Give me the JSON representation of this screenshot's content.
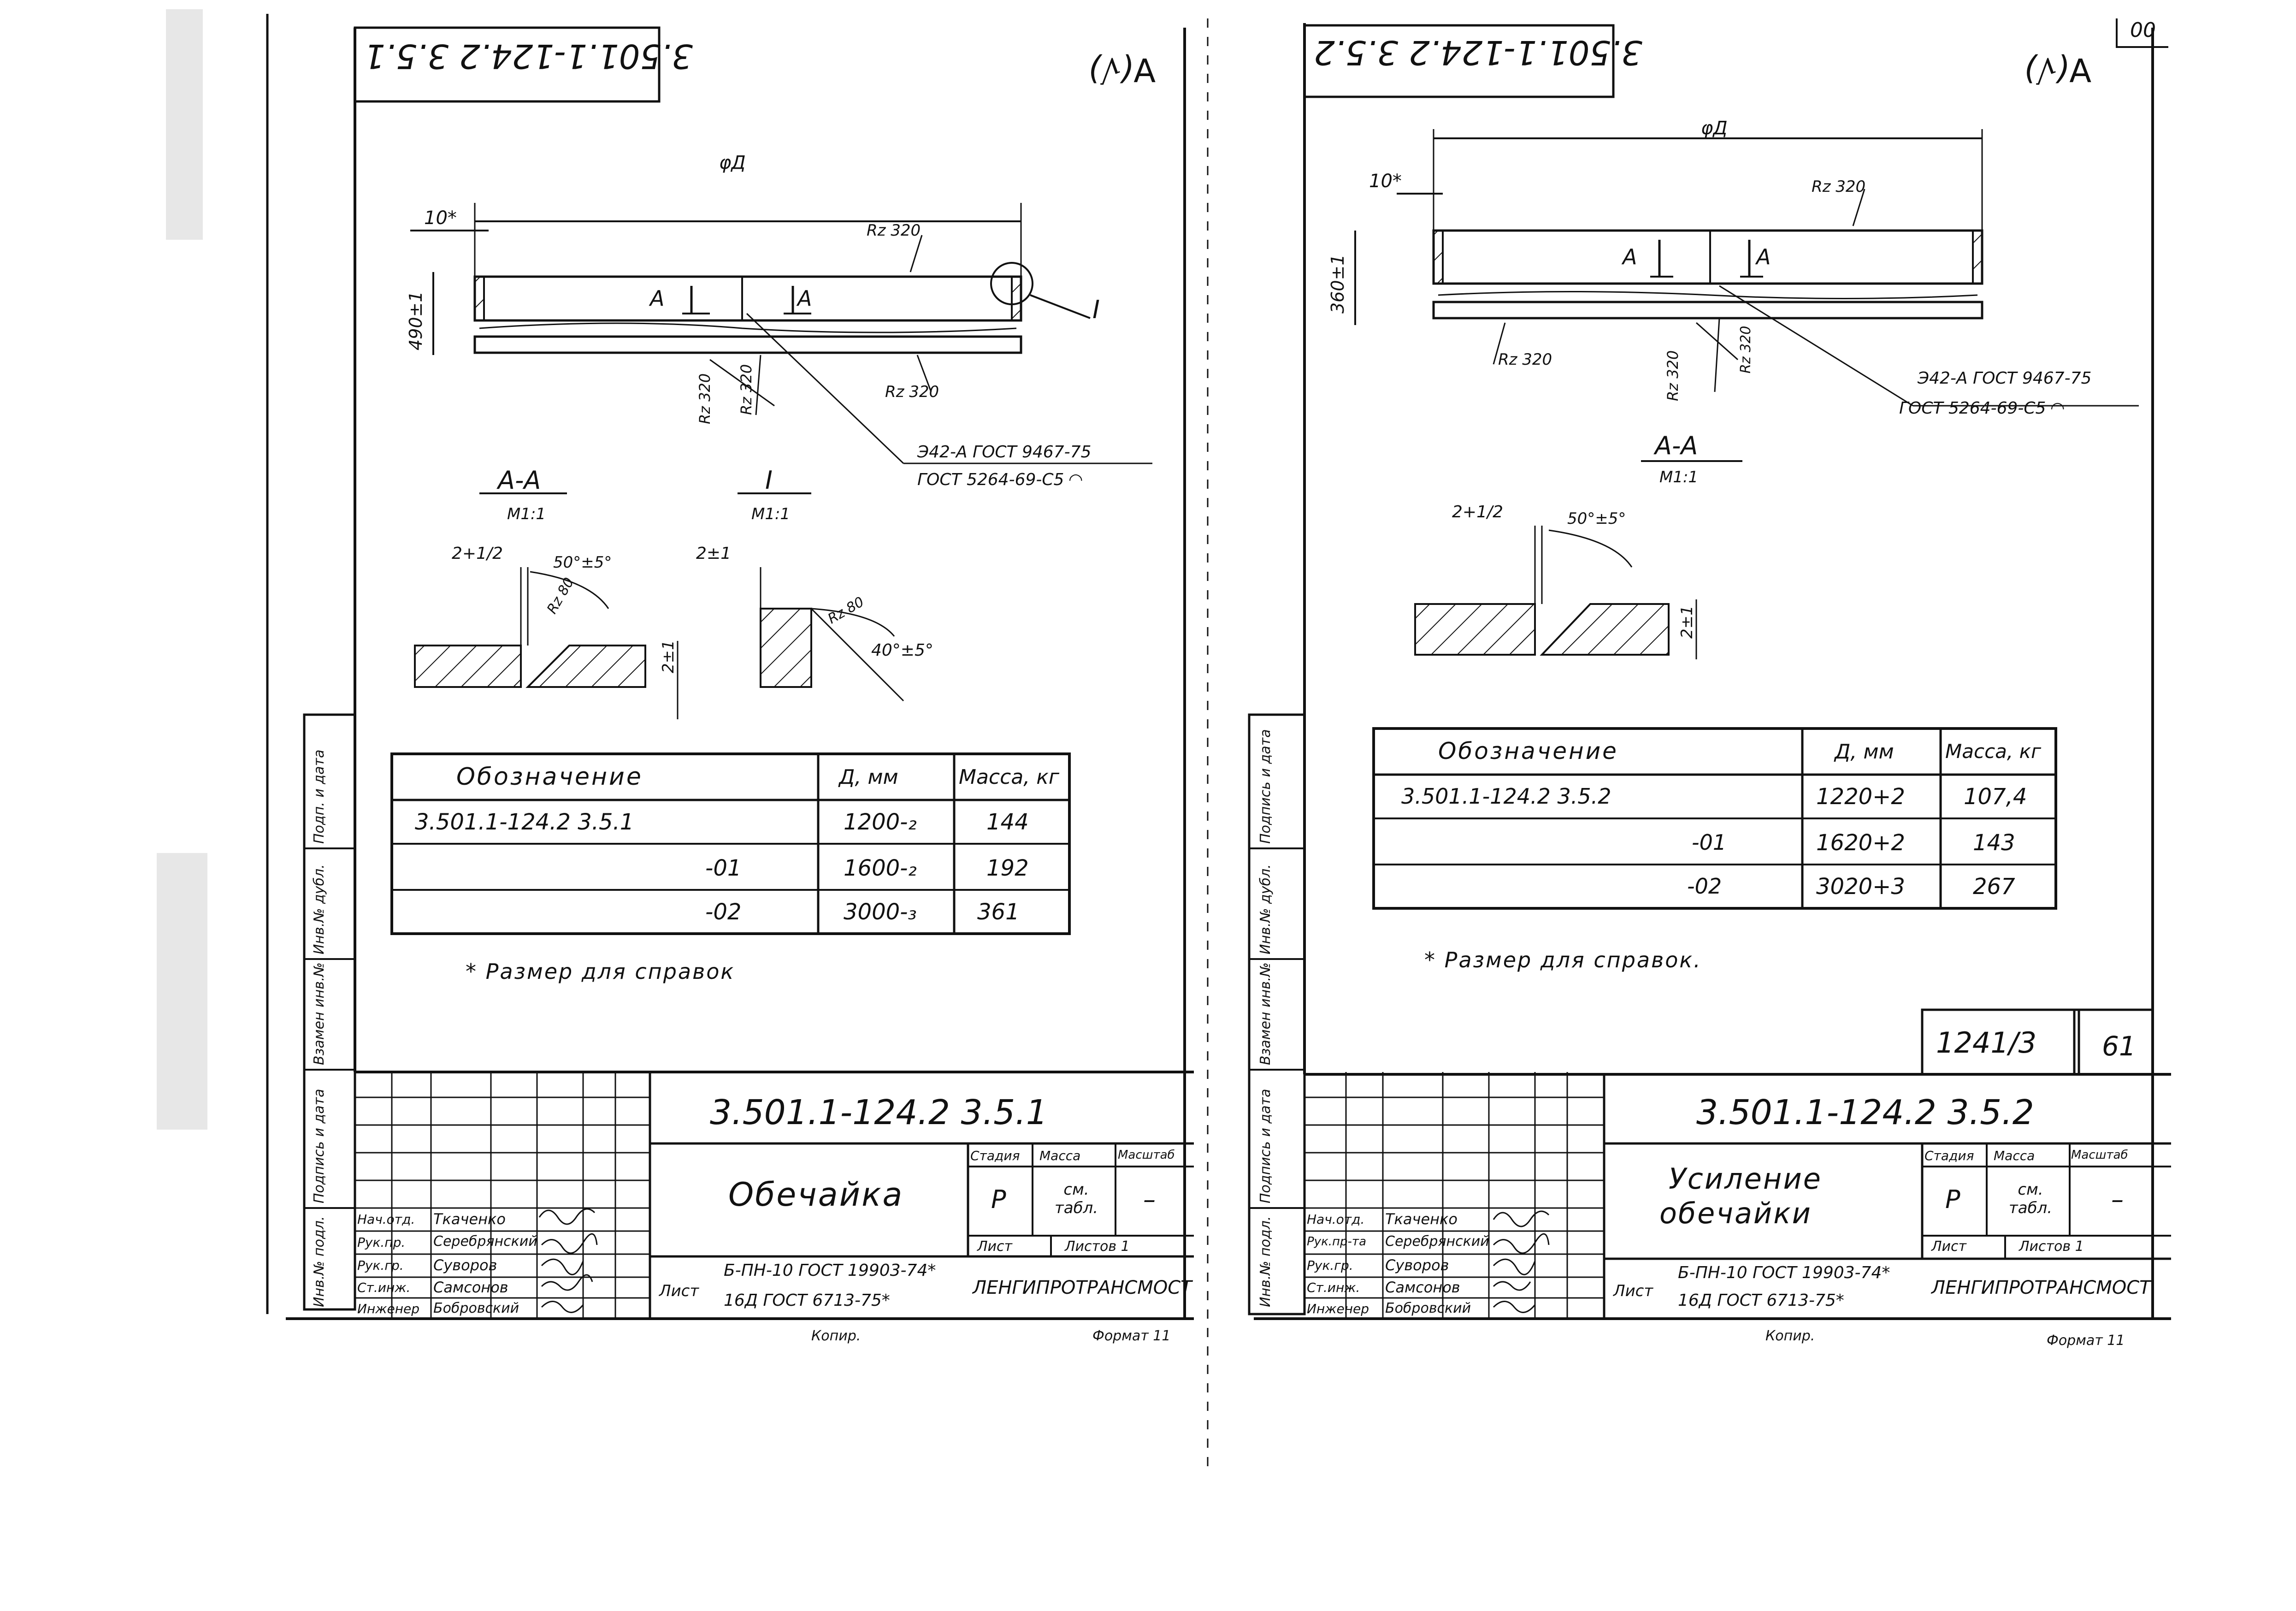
{
  "corner_mark": "00",
  "sheets": [
    {
      "id": "left",
      "stamp_code": "3.501.1-124.2 3.5.1",
      "roughness": "∀(√)",
      "dia_label": "φД",
      "dim_10": "10*",
      "dim_height": "490±1",
      "rz_top": "Rz 320",
      "rz_bottom1": "Rz 320",
      "rz_bottom2": "Rz 320",
      "rz_bottom3": "Rz 320",
      "cut_a_left": "А",
      "cut_a_right": "А",
      "callout_i": "I",
      "weld_line1": "Э42-А ГОСТ 9467-75",
      "weld_line2": "ГОСТ 5264-69-С5 ◠",
      "section_aa": "А-А",
      "section_aa_scale": "М1:1",
      "section_i": "I",
      "section_i_scale": "М1:1",
      "aa_gap": "2+1/2",
      "aa_angle": "50°±5°",
      "aa_rz": "Rz 80",
      "aa_thk": "2±1",
      "i_gap": "2±1",
      "i_rz": "Rz 80",
      "i_angle": "40°±5°",
      "table": {
        "headers": [
          "Обозначение",
          "Д, мм",
          "Масса, кг"
        ],
        "rows": [
          [
            "3.501.1-124.2   3.5.1",
            "1200-₂",
            "144"
          ],
          [
            "-01",
            "1600-₂",
            "192"
          ],
          [
            "-02",
            "3000-₃",
            "361"
          ]
        ]
      },
      "note": "* Размер для справок",
      "title_code": "3.501.1-124.2 3.5.1",
      "part_name": "Обечайка",
      "col_stage": "Стадия",
      "col_mass": "Масса",
      "col_scale": "Масштаб",
      "stage": "Р",
      "mass": "см. табл.",
      "scale": "–",
      "sheet_label": "Лист",
      "sheets_label": "Листов 1",
      "material_label": "Лист",
      "material_line1": "Б-ПН-10 ГОСТ 19903-74*",
      "material_line2": "16Д ГОСТ 6713-75*",
      "org": "ЛЕНГИПРОТРАНСМОСТ",
      "people": [
        [
          "Нач.отд.",
          "Ткаченко"
        ],
        [
          "Рук.пр.",
          "Серебрянский"
        ],
        [
          "Рук.гр.",
          "Суворов"
        ],
        [
          "Ст.инж.",
          "Самсонов"
        ],
        [
          "Инженер",
          "Бобровский"
        ]
      ],
      "bind_labels": [
        "Инв.№ подл.",
        "Подпись и дата",
        "Взамен инв.№",
        "Инв.№ дубл.",
        "Подп. и дата"
      ],
      "copy_label": "Копир.",
      "format_label": "Формат 11"
    },
    {
      "id": "right",
      "stamp_code": "3.501.1-124.2 3.5.2",
      "roughness": "∀(√)",
      "dia_label": "φД",
      "dim_10": "10*",
      "dim_height": "360±1",
      "rz_top": "Rz 320",
      "rz_bottom1": "Rz 320",
      "rz_bottom2": "Rz 320",
      "rz_bottom3": "Rz 320",
      "cut_a_left": "А",
      "cut_a_right": "А",
      "weld_line1": "Э42-А ГОСТ 9467-75",
      "weld_line2": "ГОСТ 5264-69-С5 ◠",
      "section_aa": "А-А",
      "section_aa_scale": "М1:1",
      "aa_gap": "2+1/2",
      "aa_angle": "50°±5°",
      "aa_thk": "2±1",
      "table": {
        "headers": [
          "Обозначение",
          "Д, мм",
          "Масса, кг"
        ],
        "rows": [
          [
            "3.501.1-124.2   3.5.2",
            "1220+2",
            "107,4"
          ],
          [
            "-01",
            "1620+2",
            "143"
          ],
          [
            "-02",
            "3020+3",
            "267"
          ]
        ]
      },
      "note": "* Размер для справок.",
      "page_ref": "1241/3",
      "page_no": "61",
      "title_code": "3.501.1-124.2 3.5.2",
      "part_name_1": "Усиление",
      "part_name_2": "обечайки",
      "col_stage": "Стадия",
      "col_mass": "Масса",
      "col_scale": "Масштаб",
      "stage": "Р",
      "mass": "см. табл.",
      "scale": "–",
      "sheet_label": "Лист",
      "sheets_label": "Листов 1",
      "material_label": "Лист",
      "material_line1": "Б-ПН-10 ГОСТ 19903-74*",
      "material_line2": "16Д ГОСТ 6713-75*",
      "org": "ЛЕНГИПРОТРАНСМОСТ",
      "people": [
        [
          "Нач.отд.",
          "Ткаченко"
        ],
        [
          "Рук.пр-та",
          "Серебрянский"
        ],
        [
          "Рук.гр.",
          "Суворов"
        ],
        [
          "Ст.инж.",
          "Самсонов"
        ],
        [
          "Инженер",
          "Бобровский"
        ]
      ],
      "bind_labels": [
        "Инв.№ подл.",
        "Подпись и дата",
        "Взамен инв.№",
        "Инв.№ дубл.",
        "Подпись и дата"
      ],
      "copy_label": "Копир.",
      "format_label": "Формат 11"
    }
  ]
}
